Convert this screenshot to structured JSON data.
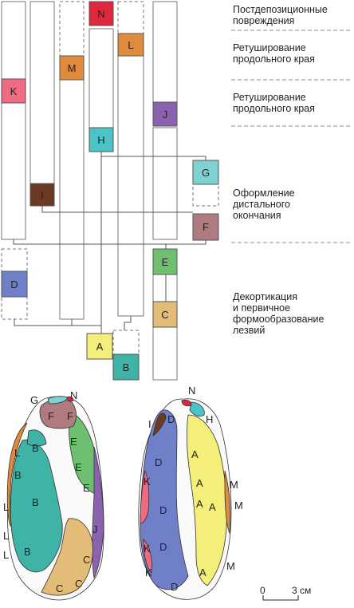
{
  "phases": [
    {
      "lines": [
        "Постдепозиционные",
        "повреждения"
      ]
    },
    {
      "lines": [
        "Ретуширование",
        "продольного края"
      ]
    },
    {
      "lines": [
        "Ретуширование",
        "продольного края"
      ]
    },
    {
      "lines": [
        "Оформление",
        "дистального",
        "окончания"
      ]
    },
    {
      "lines": [
        "Декортикация",
        "и первичное",
        "формообразование",
        "лезвий"
      ]
    }
  ],
  "nodes": [
    {
      "id": "N",
      "label": "N",
      "color": "#e0283c"
    },
    {
      "id": "L",
      "label": "L",
      "color": "#e08a3c"
    },
    {
      "id": "M",
      "label": "M",
      "color": "#e08a3c"
    },
    {
      "id": "K",
      "label": "K",
      "color": "#ef6a82"
    },
    {
      "id": "J",
      "label": "J",
      "color": "#8a62b0"
    },
    {
      "id": "H",
      "label": "H",
      "color": "#4cc3c6"
    },
    {
      "id": "G",
      "label": "G",
      "color": "#7fd2d4"
    },
    {
      "id": "I",
      "label": "I",
      "color": "#6b3a22"
    },
    {
      "id": "F",
      "label": "F",
      "color": "#b07b80"
    },
    {
      "id": "E",
      "label": "E",
      "color": "#6ec070"
    },
    {
      "id": "D",
      "label": "D",
      "color": "#6f7fc8"
    },
    {
      "id": "C",
      "label": "C",
      "color": "#e3bc78"
    },
    {
      "id": "A",
      "label": "A",
      "color": "#f3ef7a"
    },
    {
      "id": "B",
      "label": "B",
      "color": "#3fb3a6"
    }
  ],
  "artifact_left_labels": [
    "G",
    "N",
    "F",
    "F",
    "B",
    "L",
    "E",
    "B",
    "E",
    "L",
    "E",
    "B",
    "L",
    "J",
    "L",
    "B",
    "C",
    "C",
    "C"
  ],
  "artifact_right_labels": [
    "N",
    "I",
    "D",
    "H",
    "A",
    "D",
    "K",
    "A",
    "M",
    "D",
    "A",
    "A",
    "M",
    "K",
    "D",
    "K",
    "A",
    "M",
    "D"
  ],
  "scale": {
    "zero": "0",
    "length": "3 см"
  }
}
